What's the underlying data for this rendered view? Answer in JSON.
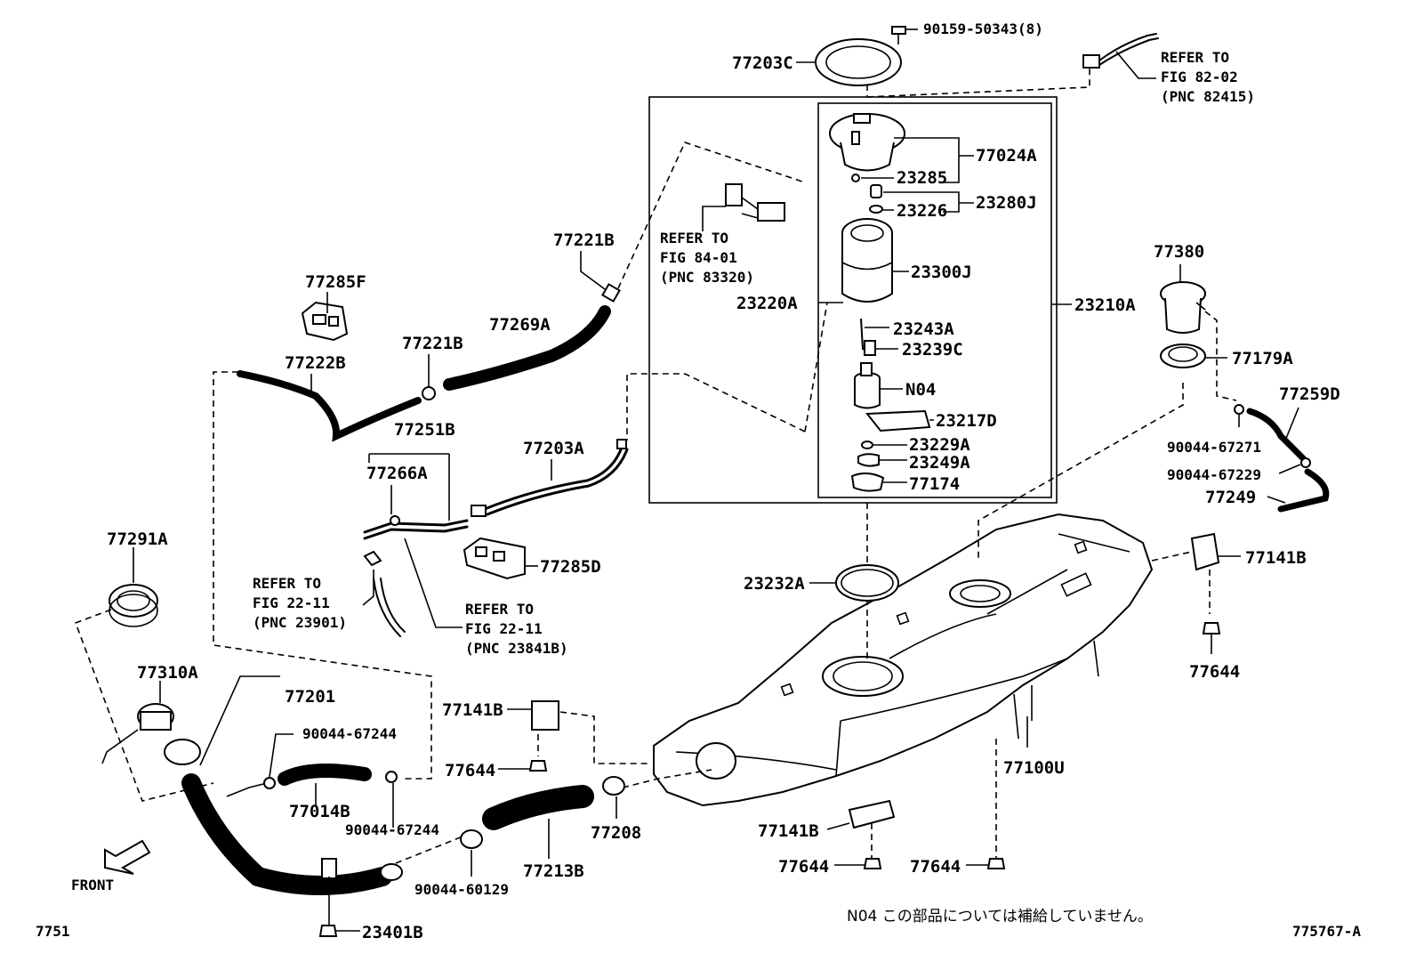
{
  "diagram": {
    "figure_code": "7751",
    "drawing_number": "775767-A",
    "front_label": "FRONT",
    "note": "N04 この部品については補給していません。"
  },
  "parts": {
    "p_90159_50343": "90159-50343(8)",
    "p_77203C": "77203C",
    "p_77024A": "77024A",
    "p_23285": "23285",
    "p_23280J": "23280J",
    "p_23226": "23226",
    "p_23300J": "23300J",
    "p_23220A": "23220A",
    "p_23210A": "23210A",
    "p_23243A": "23243A",
    "p_23239C": "23239C",
    "p_N04": "N04",
    "p_23217D": "23217D",
    "p_23229A": "23229A",
    "p_23249A": "23249A",
    "p_77174": "77174",
    "p_23232A": "23232A",
    "p_77221B_top": "77221B",
    "p_77285F": "77285F",
    "p_77269A": "77269A",
    "p_77221B_mid": "77221B",
    "p_77222B": "77222B",
    "p_77251B": "77251B",
    "p_77266A": "77266A",
    "p_77203A": "77203A",
    "p_77285D": "77285D",
    "p_77291A": "77291A",
    "p_77310A": "77310A",
    "p_77201": "77201",
    "p_90044_67244_a": "90044-67244",
    "p_90044_67244_b": "90044-67244",
    "p_77014B": "77014B",
    "p_77141B_left": "77141B",
    "p_77644_left": "77644",
    "p_77208": "77208",
    "p_77213B": "77213B",
    "p_90044_60129": "90044-60129",
    "p_23401B": "23401B",
    "p_77380": "77380",
    "p_77179A": "77179A",
    "p_77259D": "77259D",
    "p_90044_67271": "90044-67271",
    "p_90044_67229": "90044-67229",
    "p_77249": "77249",
    "p_77141B_right": "77141B",
    "p_77644_right": "77644",
    "p_77100U": "77100U",
    "p_77141B_bottom": "77141B",
    "p_77644_bottom_a": "77644",
    "p_77644_bottom_b": "77644"
  },
  "refs": {
    "r82_line1": "REFER TO",
    "r82_line2": "FIG 82-02",
    "r82_line3": "(PNC 82415)",
    "r84_line1": "REFER TO",
    "r84_line2": "FIG 84-01",
    "r84_line3": "(PNC 83320)",
    "r22a_line1": "REFER TO",
    "r22a_line2": "FIG 22-11",
    "r22a_line3": "(PNC 23901)",
    "r22b_line1": "REFER TO",
    "r22b_line2": "FIG 22-11",
    "r22b_line3": "(PNC 23841B)"
  }
}
